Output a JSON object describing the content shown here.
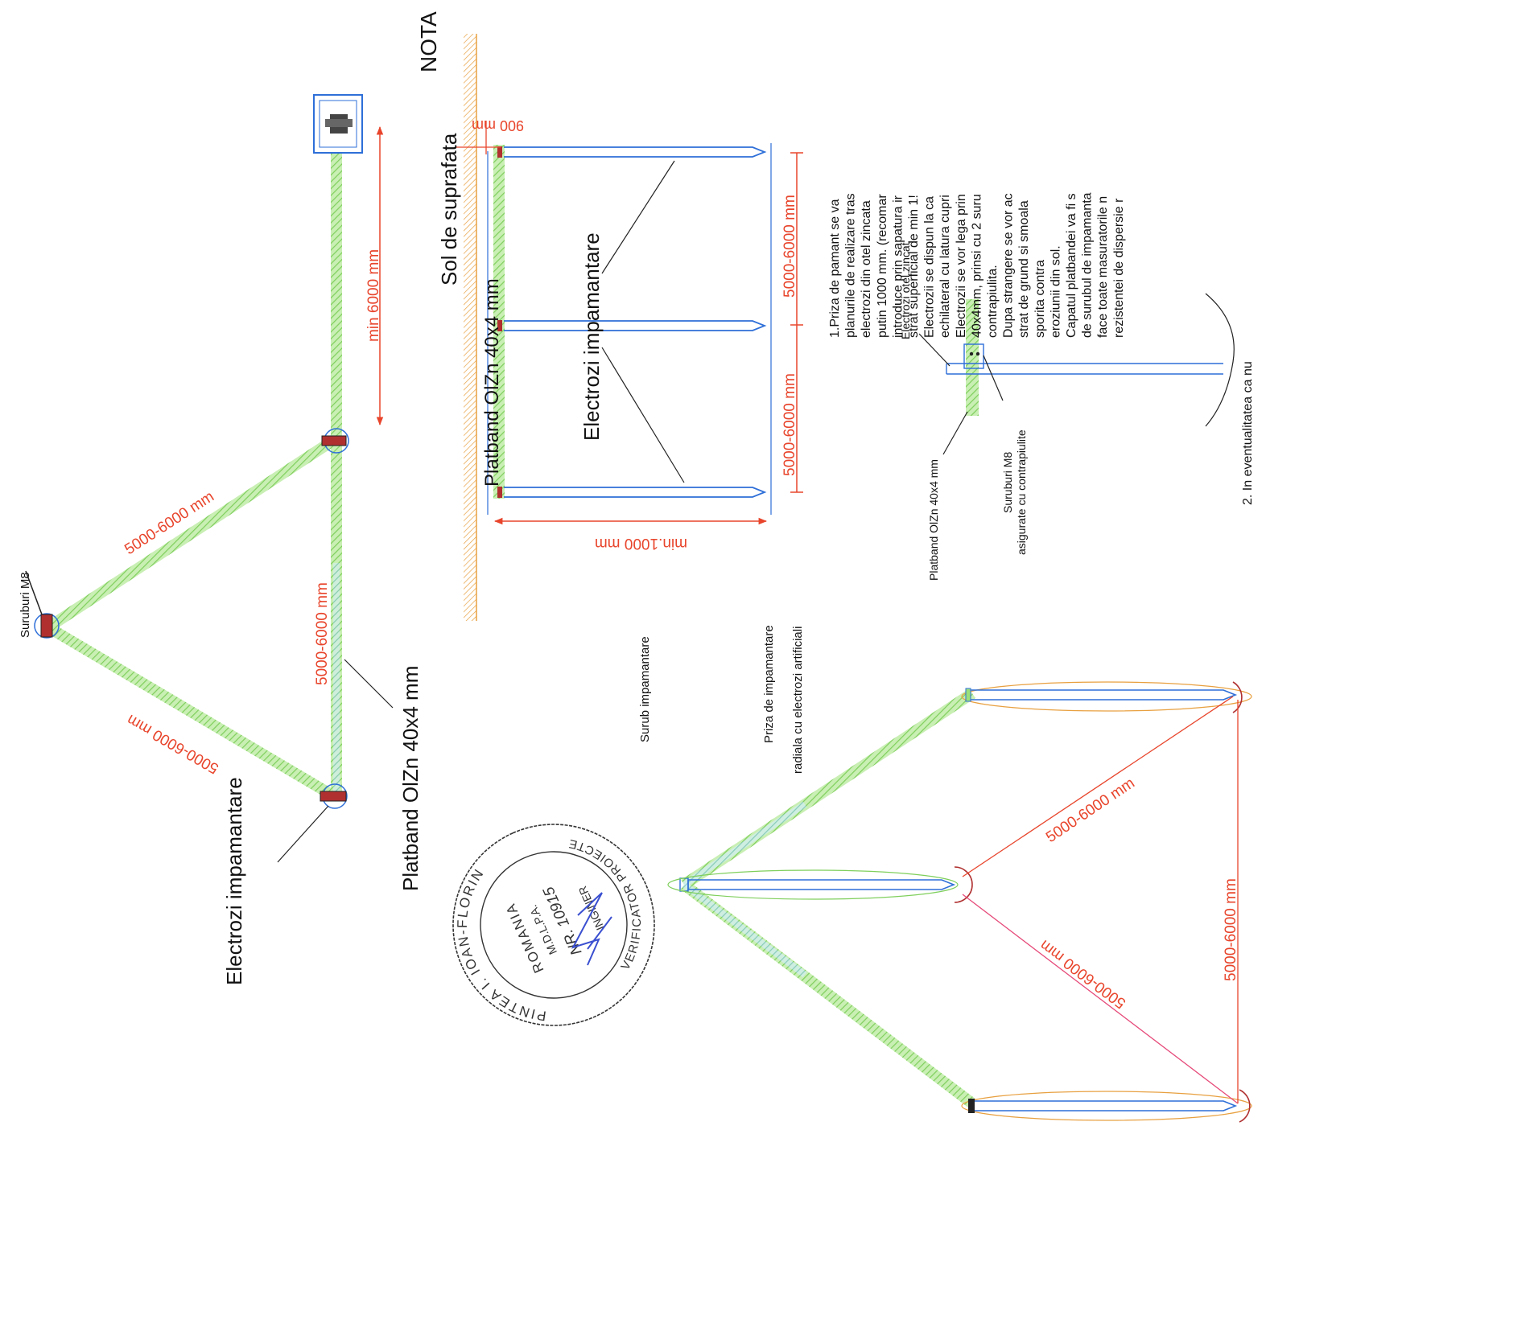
{
  "colors": {
    "strip": "#9be07a",
    "strip_alt": "#9fd8e8",
    "electrode": "#2e6fd8",
    "dimension": "#e8452c",
    "soil": "#e8a040",
    "bolt": "#b03030",
    "leader": "#222222",
    "stamp": "#333333",
    "signature": "#3a4fd0"
  },
  "plan_view": {
    "label_bolts": "Suruburi M8",
    "dim_side_a": "5000-6000 mm",
    "dim_side_b": "5000-6000 mm",
    "dim_side_c": "5000-6000 mm",
    "dim_distance": "min 6000 mm",
    "label_electrodes": "Electrozi impamantare",
    "label_strip": "Platband OlZn 40x4 mm"
  },
  "section_view": {
    "label_surface": "Sol de suprafata",
    "label_strip": "Platband OlZn 40x4 mm",
    "label_electrodes": "Electrozi impamantare",
    "dim_depth": "900 mm",
    "dim_length": "min.1000 mm",
    "dim_spacing_a": "5000-6000 mm",
    "dim_spacing_b": "5000-6000 mm"
  },
  "detail_view": {
    "label_electrode": "Electrozi otel zincat",
    "label_strip": "Platband OlZn 40x4 mm",
    "label_bolts_line1": "Suruburi M8",
    "label_bolts_line2": "asigurate cu contrapiulite"
  },
  "radial_view": {
    "label_screw": "Surub impamantare",
    "label_title_line1": "Priza de impamantare",
    "label_title_line2": "radiala cu electrozi artificiali",
    "dim_a": "5000-6000 mm",
    "dim_b": "5000-6000 mm",
    "dim_c": "5000-6000 mm"
  },
  "notes": {
    "heading": "NOTA",
    "lines": [
      "1.Priza de pamant se va",
      "planurile de realizare tras",
      "electrozi din otel zincata",
      "putin 1000 mm. (recomar",
      "introduce prin sapatura ir",
      "strat superficial de min 1!",
      "Electrozii se dispun la ca",
      "echilateral cu latura cupri",
      "Electrozii se vor lega prin",
      "40x4mm, prinsi cu 2 suru",
      "contrapiulita.",
      "Dupa strangere se vor ac",
      "strat de grund si smoala",
      "sporita contra",
      "eroziunii din sol.",
      "Capatul platbandei va fi s",
      "de surubul de impamanta",
      "face toate masuratorile n",
      "rezistentei de dispersie r"
    ],
    "note2": "2. In eventualitatea ca nu"
  },
  "stamp": {
    "name": "PINTEA I. IOAN-FLORIN",
    "country": "ROMANIA",
    "ministry": "M.D.L.P.A.",
    "number": "NR. 10915",
    "title": "INGINER",
    "role": "VERIFICATOR PROIECTE"
  }
}
